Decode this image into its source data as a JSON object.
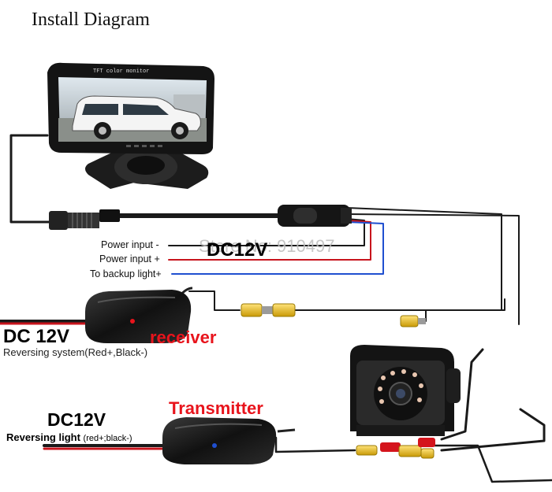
{
  "title": "Install Diagram",
  "monitor": {
    "screen_text": "TFT color monitor"
  },
  "wire_labels": {
    "power_neg": "Power input -",
    "power_pos": "Power input +",
    "backup_light": "To backup light+"
  },
  "voltage_labels": {
    "monitor": "DC12V",
    "receiver": "DC 12V",
    "transmitter": "DC12V"
  },
  "reversing_system": "Reversing system(Red+,Black-)",
  "reversing_light": {
    "main": "Reversing light",
    "sub": "(red+;black-)"
  },
  "component_labels": {
    "receiver": "receiver",
    "transmitter": "Transmitter"
  },
  "watermark": "Store No: 910497",
  "colors": {
    "label_red": "#e8141c",
    "wire_black": "#1a1a1a",
    "wire_red": "#c8141c",
    "wire_blue": "#1f4fd0",
    "rca_yellow": "#f0c419"
  }
}
